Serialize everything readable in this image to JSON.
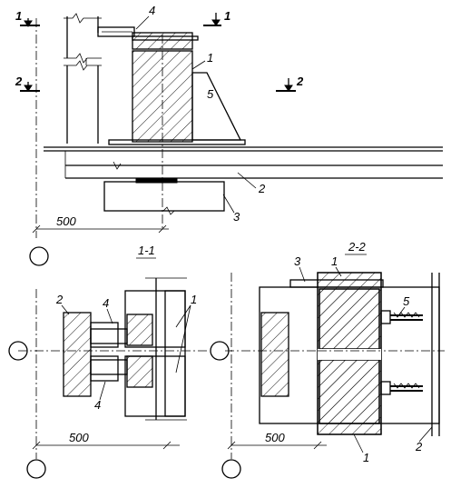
{
  "labels": {
    "sec1_mark": "1",
    "sec2_mark": "2",
    "elev_num1": "1",
    "elev_num2": "2",
    "elev_num3": "3",
    "elev_num4": "4",
    "elev_num5": "5",
    "elev_dim": "500",
    "plan1_title": "1-1",
    "plan1_num1": "1",
    "plan1_num2": "2",
    "plan1_num4a": "4",
    "plan1_num4b": "4",
    "plan1_dim": "500",
    "plan2_title": "2-2",
    "plan2_num1a": "1",
    "plan2_num1b": "1",
    "plan2_num2": "2",
    "plan2_num3": "3",
    "plan2_num5": "5",
    "plan2_dim": "500"
  }
}
